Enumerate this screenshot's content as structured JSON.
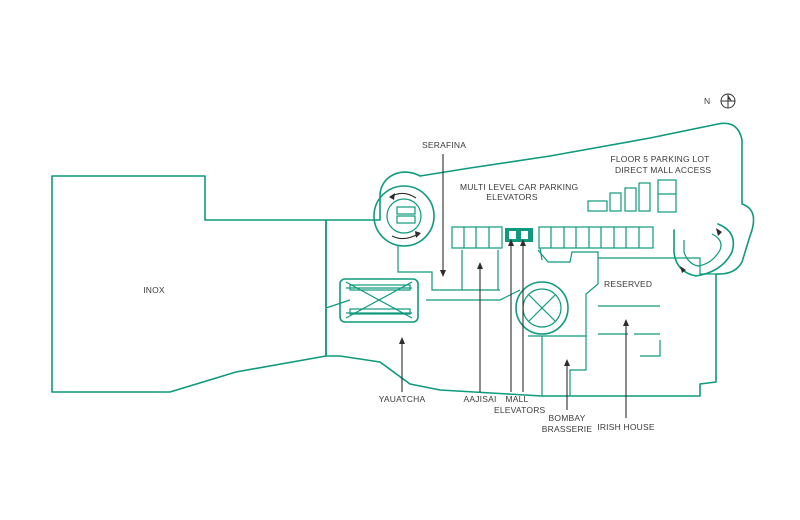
{
  "compass": {
    "letter": "N",
    "icon": "north-compass-icon"
  },
  "labels": {
    "serafina": "SERAFINA",
    "multi_level_parking": "MULTI LEVEL CAR PARKING",
    "parking_elevators": "ELEVATORS",
    "floor5_line1": "FLOOR 5 PARKING LOT",
    "floor5_line2": "DIRECT MALL ACCESS",
    "inox": "INOX",
    "reserved": "RESERVED",
    "yauatcha": "YAUATCHA",
    "aajisai": "AAJISAI",
    "mall_elevators_line1": "MALL",
    "mall_elevators_line2": "ELEVATORS",
    "bombay_line1": "BOMBAY",
    "bombay_line2": "BRASSERIE",
    "irish_house": "IRISH HOUSE"
  },
  "colors": {
    "outline": "#0e9a7c",
    "text": "#3a3a3a",
    "pointer": "#2d2d2d"
  }
}
